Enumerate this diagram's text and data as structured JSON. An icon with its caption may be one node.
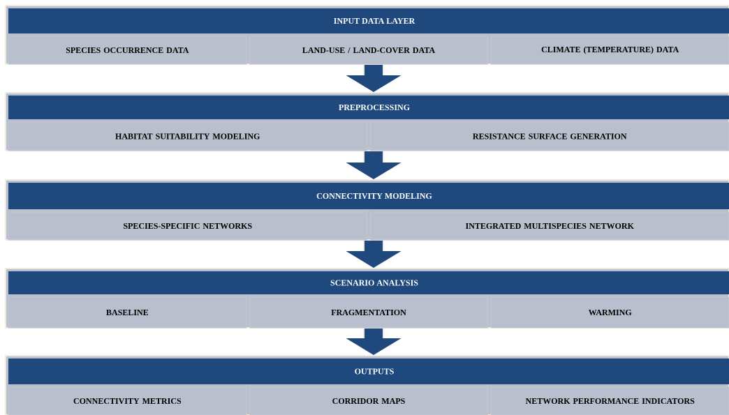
{
  "diagram": {
    "nodes": [
      {
        "text": [
          "INPUT DATA LAYER"
        ]
      },
      {
        "text": [
          "SPECIES OCCURRENCE DATA"
        ],
        "in": 0
      },
      {
        "text": [
          "LAND-USE / LAND-COVER DATA"
        ],
        "in": 0
      },
      {
        "text": [
          "CLIMATE (TEMPERATURE) DATA"
        ],
        "in": 0
      },
      {
        "text": [
          "PREPROCESSING"
        ]
      },
      {
        "text": [
          "HABITAT SUITABILITY MODELING"
        ],
        "in": 4
      },
      {
        "text": [
          "RESISTANCE SURFACE GENERATION"
        ],
        "in": 4
      },
      {
        "text": [
          "CONNECTIVITY MODELING"
        ]
      },
      {
        "text": [
          "SPECIES-SPECIFIC NETWORKS"
        ],
        "in": 7
      },
      {
        "text": [
          "INTEGRATED MULTISPECIES NETWORK"
        ],
        "in": 7
      },
      {
        "text": [
          "SCENARIO ANALYSIS"
        ]
      },
      {
        "text": [
          "BASELINE"
        ],
        "in": 10
      },
      {
        "text": [
          "FRAGMENTATION"
        ],
        "in": 10
      },
      {
        "text": [
          "WARMING"
        ],
        "in": 10
      },
      {
        "text": [
          "OUTPUTS"
        ]
      },
      {
        "text": [
          "CONNECTIVITY METRICS"
        ],
        "in": 14
      },
      {
        "text": [
          "CORRIDOR MAPS"
        ],
        "in": 14
      },
      {
        "text": [
          "NETWORK PERFORMANCE INDICATORS"
        ],
        "in": 14
      }
    ],
    "edges": [
      {
        "from": 0,
        "to": 4,
        "arrow": "to"
      },
      {
        "from": 4,
        "to": 7,
        "arrow": "to"
      },
      {
        "from": 7,
        "to": 10,
        "arrow": "to"
      },
      {
        "from": 10,
        "to": 14,
        "arrow": "to"
      }
    ]
  }
}
